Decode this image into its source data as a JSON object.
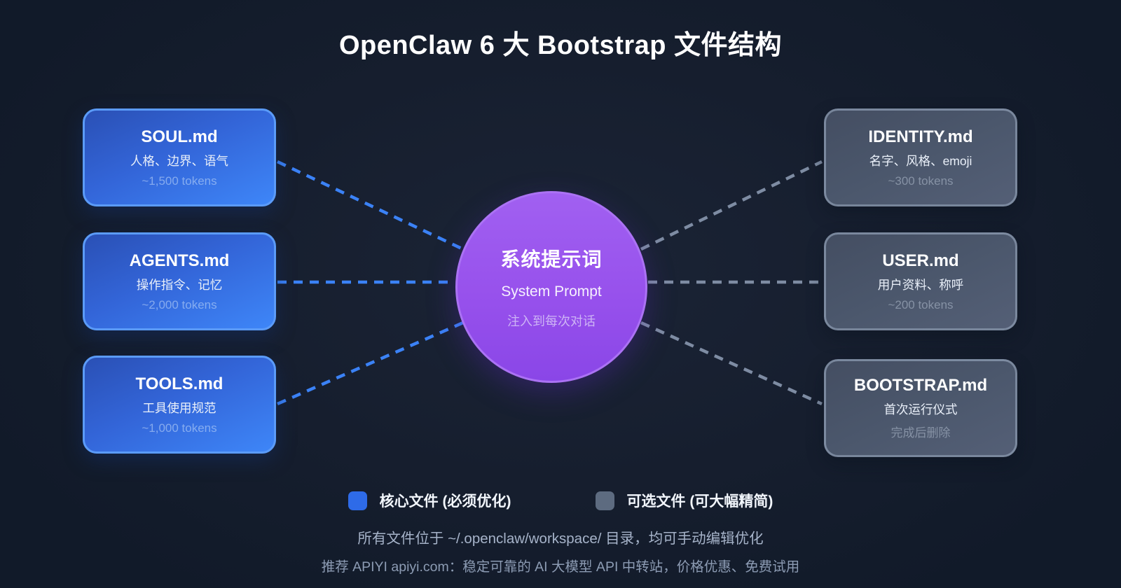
{
  "title": "OpenClaw 6 大 Bootstrap 文件结构",
  "center": {
    "title": "系统提示词",
    "subtitle": "System Prompt",
    "note": "注入到每次对话"
  },
  "core_files": [
    {
      "name": "SOUL.md",
      "desc": "人格、边界、语气",
      "tokens": "~1,500 tokens"
    },
    {
      "name": "AGENTS.md",
      "desc": "操作指令、记忆",
      "tokens": "~2,000 tokens"
    },
    {
      "name": "TOOLS.md",
      "desc": "工具使用规范",
      "tokens": "~1,000 tokens"
    }
  ],
  "optional_files": [
    {
      "name": "IDENTITY.md",
      "desc": "名字、风格、emoji",
      "tokens": "~300 tokens"
    },
    {
      "name": "USER.md",
      "desc": "用户资料、称呼",
      "tokens": "~200 tokens"
    },
    {
      "name": "BOOTSTRAP.md",
      "desc": "首次运行仪式",
      "tokens": "完成后删除"
    }
  ],
  "legend": {
    "core_label": "核心文件 (必须优化)",
    "optional_label": "可选文件 (可大幅精简)"
  },
  "footer": {
    "line1": "所有文件位于 ~/.openclaw/workspace/ 目录，均可手动编辑优化",
    "line2": "推荐 APIYI apiyi.com：稳定可靠的 AI 大模型 API 中转站，价格优惠、免费试用"
  },
  "colors": {
    "background": "#131b2b",
    "core_fill_start": "#2a50b5",
    "core_fill_end": "#3e86f8",
    "core_border": "#5b9bf8",
    "optional_fill_start": "#444e62",
    "optional_fill_end": "#545f76",
    "optional_border": "#94a3b8",
    "center_fill_start": "#a160f1",
    "center_fill_end": "#8a46e7",
    "center_border": "#ab72f4",
    "connector_core": "#3b82f6",
    "connector_optional": "#7e8ca3",
    "legend_core_swatch": "#2e6be8",
    "legend_optional_swatch": "#5d6b80"
  }
}
